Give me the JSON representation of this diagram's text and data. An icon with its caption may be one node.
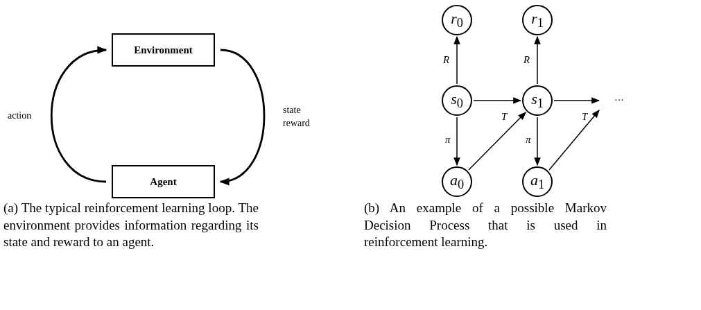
{
  "diagram": {
    "nodes": [
      {
        "text": [
          "Environment"
        ]
      },
      {
        "text": [
          "Agent"
        ]
      },
      {
        "text": [
          "*r*$_{0}$"
        ]
      },
      {
        "text": [
          "*r*$_{1}$"
        ]
      },
      {
        "text": [
          "*s*$_{0}$"
        ]
      },
      {
        "text": [
          "*s*$_{1}$"
        ]
      },
      {
        "text": [
          "*a*$_{0}$"
        ]
      },
      {
        "text": [
          "*a*$_{1}$"
        ]
      },
      {
        "text": [
          "···"
        ]
      }
    ],
    "edges": [
      {
        "from": 0,
        "to": 1,
        "arrow": "to",
        "label": "state reward"
      },
      {
        "from": 1,
        "to": 0,
        "arrow": "to",
        "label": "action"
      },
      {
        "from": 4,
        "to": 2,
        "arrow": "to",
        "label": "R"
      },
      {
        "from": 5,
        "to": 3,
        "arrow": "to",
        "label": "R"
      },
      {
        "from": 4,
        "to": 5,
        "arrow": "to",
        "label": "T"
      },
      {
        "from": 5,
        "to": 8,
        "arrow": "to",
        "label": "T"
      },
      {
        "from": 4,
        "to": 6,
        "arrow": "to",
        "label": "π"
      },
      {
        "from": 5,
        "to": 7,
        "arrow": "to",
        "label": "π"
      },
      {
        "from": 6,
        "to": 5,
        "arrow": "to"
      },
      {
        "from": 7,
        "to": 8,
        "arrow": "to"
      }
    ],
    "labels": [
      "(a) The typical reinforcement learning loop. The environment provides information regarding its state and reward to an agent.",
      "(b) An example of a possible Markov Decision Process that is used in reinforcement learning."
    ]
  }
}
